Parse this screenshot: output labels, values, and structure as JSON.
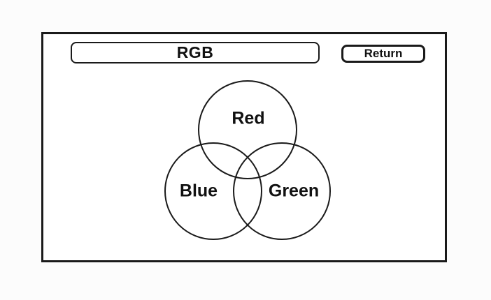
{
  "screen": {
    "title": "RGB",
    "return_label": "Return"
  },
  "venn": {
    "circles": [
      {
        "label": "Red"
      },
      {
        "label": "Blue"
      },
      {
        "label": "Green"
      }
    ]
  },
  "colors": {
    "line": "#1a1a1a",
    "page_background": "#fcfcfc",
    "panel_background": "#ffffff",
    "text": "#111111"
  }
}
